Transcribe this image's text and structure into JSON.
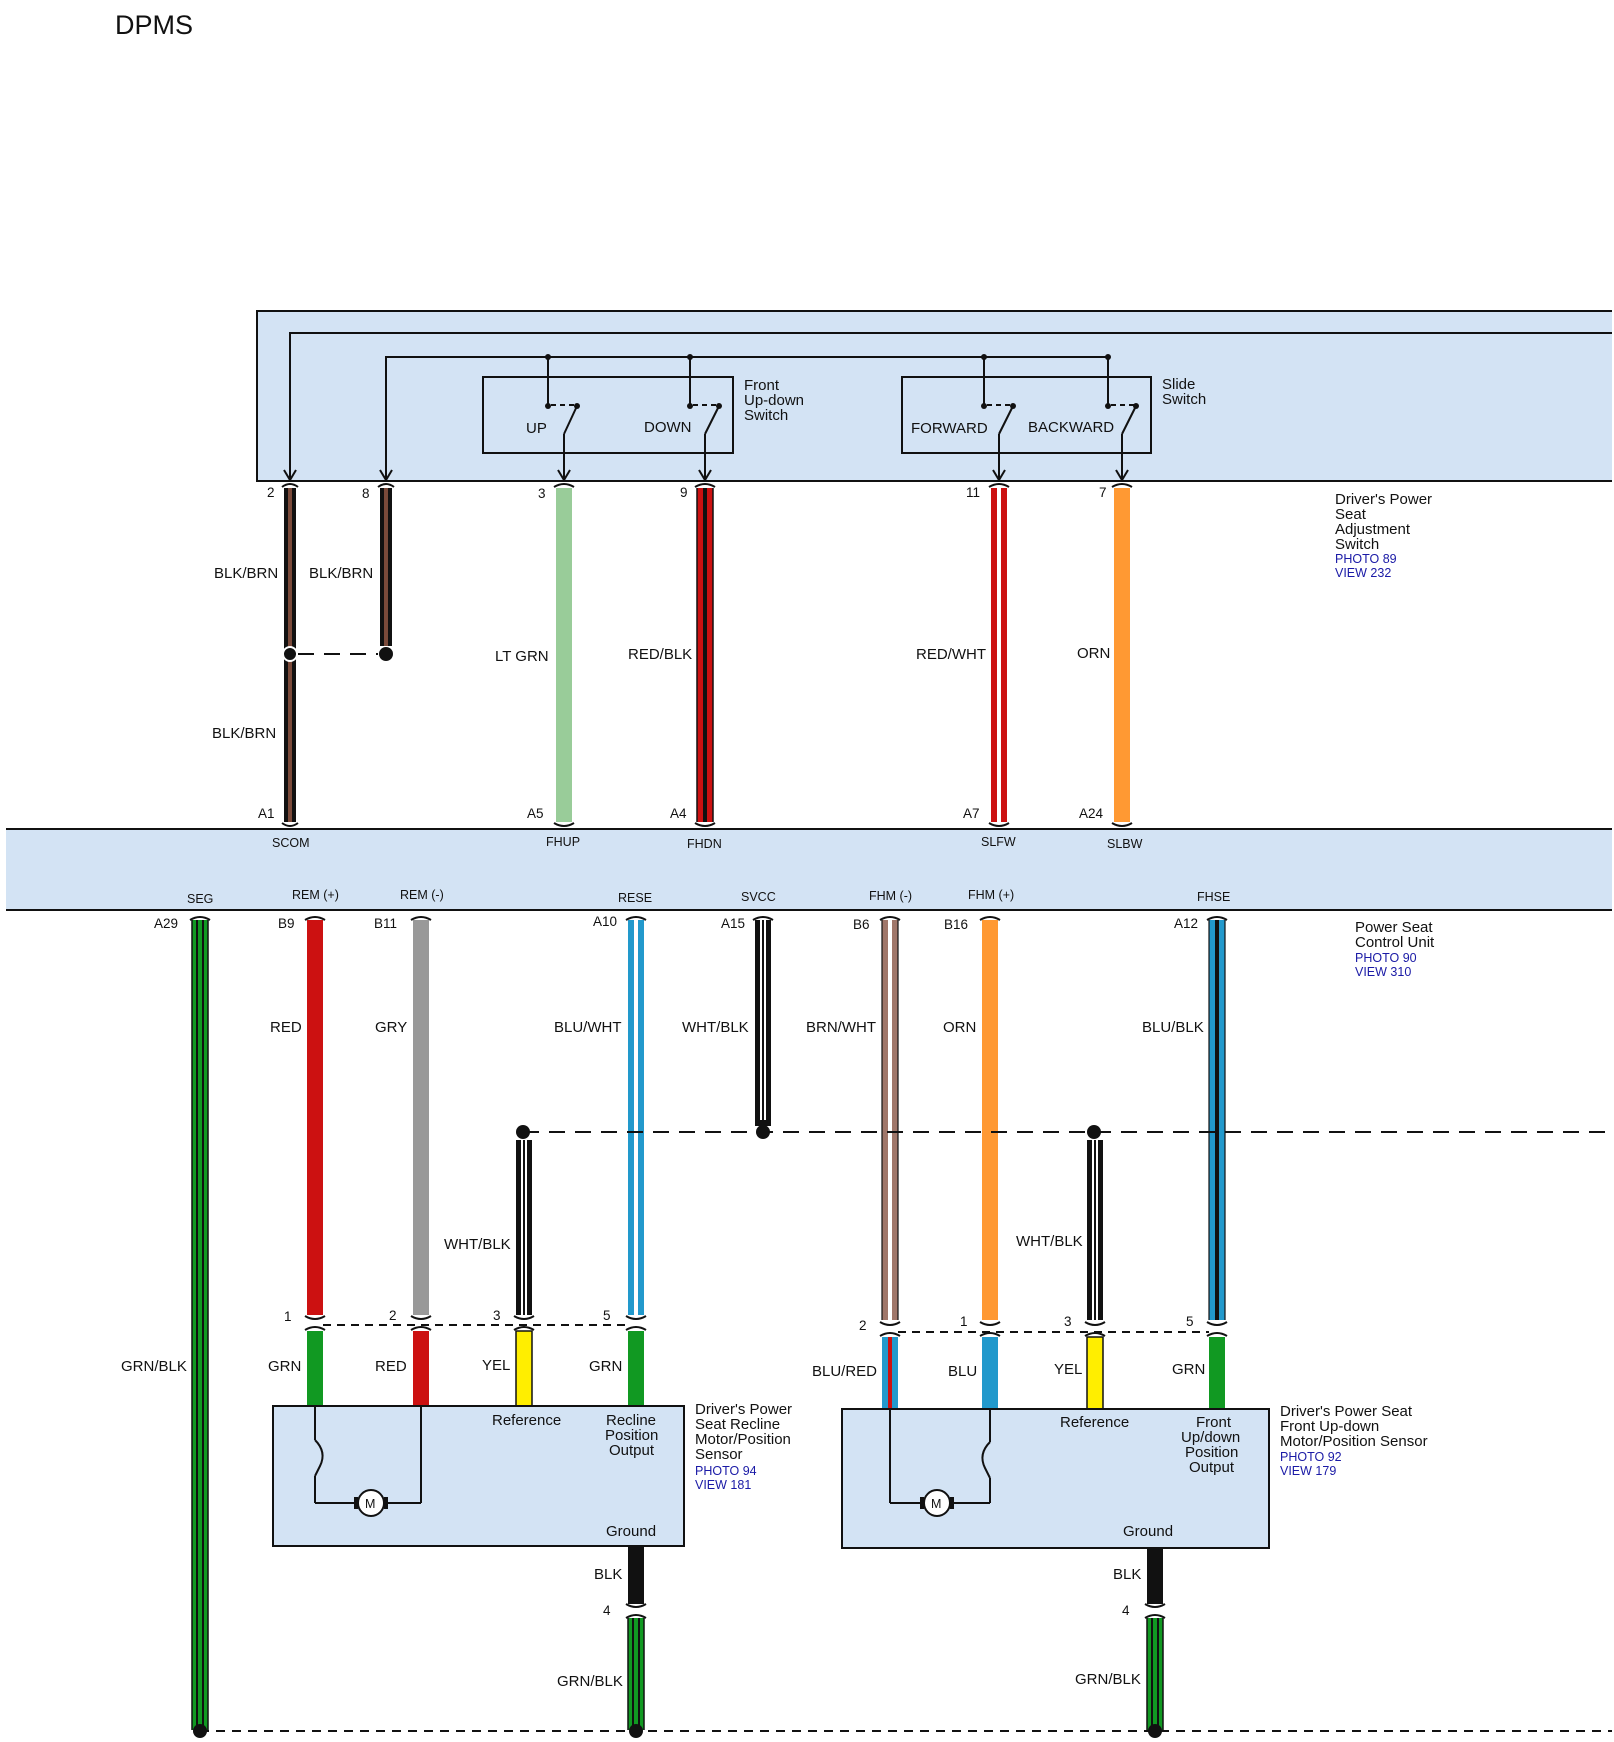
{
  "page": {
    "title": "DPMS"
  },
  "colors": {
    "panel": "#d3e3f4",
    "BLK": "#111111",
    "BRN": "#7a4a3a",
    "LT GRN": "#99cc99",
    "RED": "#cc1111",
    "WHT": "#ffffff",
    "ORN": "#ff9933",
    "GRY": "#999999",
    "BLU": "#2299cc",
    "GRN": "#119922",
    "YEL": "#ffee00",
    "BRN/WHT": "#a0776a"
  },
  "switch_unit": {
    "name": [
      "Driver's Power",
      "Seat",
      "Adjustment",
      "Switch"
    ],
    "photo": "PHOTO 89",
    "view": "VIEW 232",
    "front_updown_switch": {
      "label": [
        "Front",
        "Up-down",
        "Switch"
      ],
      "up": "UP",
      "down": "DOWN"
    },
    "slide_switch": {
      "label": [
        "Slide",
        "Switch"
      ],
      "forward": "FORWARD",
      "backward": "BACKWARD"
    }
  },
  "control_unit": {
    "name": [
      "Power Seat",
      "Control Unit"
    ],
    "photo": "PHOTO 90",
    "view": "VIEW 310",
    "top_terminals": [
      "SCOM",
      "FHUP",
      "FHDN",
      "SLFW",
      "SLBW"
    ],
    "bottom_terminals": [
      "SEG",
      "REM (+)",
      "REM (-)",
      "RESE",
      "SVCC",
      "FHM (-)",
      "FHM (+)",
      "FHSE"
    ]
  },
  "upper_wires": [
    {
      "pin": "2",
      "color": "BLK/BRN",
      "note": "BLK/BRN"
    },
    {
      "pin": "8",
      "color": "BLK/BRN"
    },
    {
      "pin": "3",
      "color": "LT GRN",
      "cu_pin": "A5"
    },
    {
      "pin": "9",
      "color": "RED/BLK",
      "cu_pin": "A4"
    },
    {
      "pin": "11",
      "color": "RED/WHT",
      "cu_pin": "A7"
    },
    {
      "pin": "7",
      "color": "ORN",
      "cu_pin": "A24"
    },
    {
      "cu_pin": "A1"
    }
  ],
  "lower_wires": [
    {
      "cu_pin": "A29",
      "color": "GRN/BLK"
    },
    {
      "cu_pin": "B9",
      "color": "RED"
    },
    {
      "cu_pin": "B11",
      "color": "GRY"
    },
    {
      "cu_pin": "A10",
      "color": "BLU/WHT"
    },
    {
      "cu_pin": "A15",
      "color": "WHT/BLK"
    },
    {
      "cu_pin": "B6",
      "color": "BRN/WHT"
    },
    {
      "cu_pin": "B16",
      "color": "ORN"
    },
    {
      "cu_pin": "A12",
      "color": "BLU/BLK"
    }
  ],
  "recline_sensor": {
    "name": [
      "Driver's Power",
      "Seat Recline",
      "Motor/Position",
      "Sensor"
    ],
    "photo": "PHOTO 94",
    "view": "VIEW 181",
    "reference": "Reference",
    "output": [
      "Recline",
      "Position",
      "Output"
    ],
    "ground": "Ground",
    "motor": "M",
    "pins": [
      "1",
      "2",
      "3",
      "5",
      "4"
    ],
    "wires_top": [
      "WHT/BLK"
    ],
    "wires_bottom": [
      "GRN",
      "RED",
      "YEL",
      "GRN"
    ],
    "ground_wires": [
      "BLK",
      "GRN/BLK"
    ]
  },
  "front_sensor": {
    "name": [
      "Driver's Power Seat",
      "Front Up-down",
      "Motor/Position Sensor"
    ],
    "photo": "PHOTO 92",
    "view": "VIEW 179",
    "reference": "Reference",
    "output": [
      "Front",
      "Up/down",
      "Position",
      "Output"
    ],
    "ground": "Ground",
    "motor": "M",
    "pins": [
      "2",
      "1",
      "3",
      "5",
      "4"
    ],
    "wires_top": [
      "WHT/BLK"
    ],
    "wires_bottom": [
      "BLU/RED",
      "BLU",
      "YEL",
      "GRN"
    ],
    "ground_wires": [
      "BLK",
      "GRN/BLK"
    ]
  }
}
